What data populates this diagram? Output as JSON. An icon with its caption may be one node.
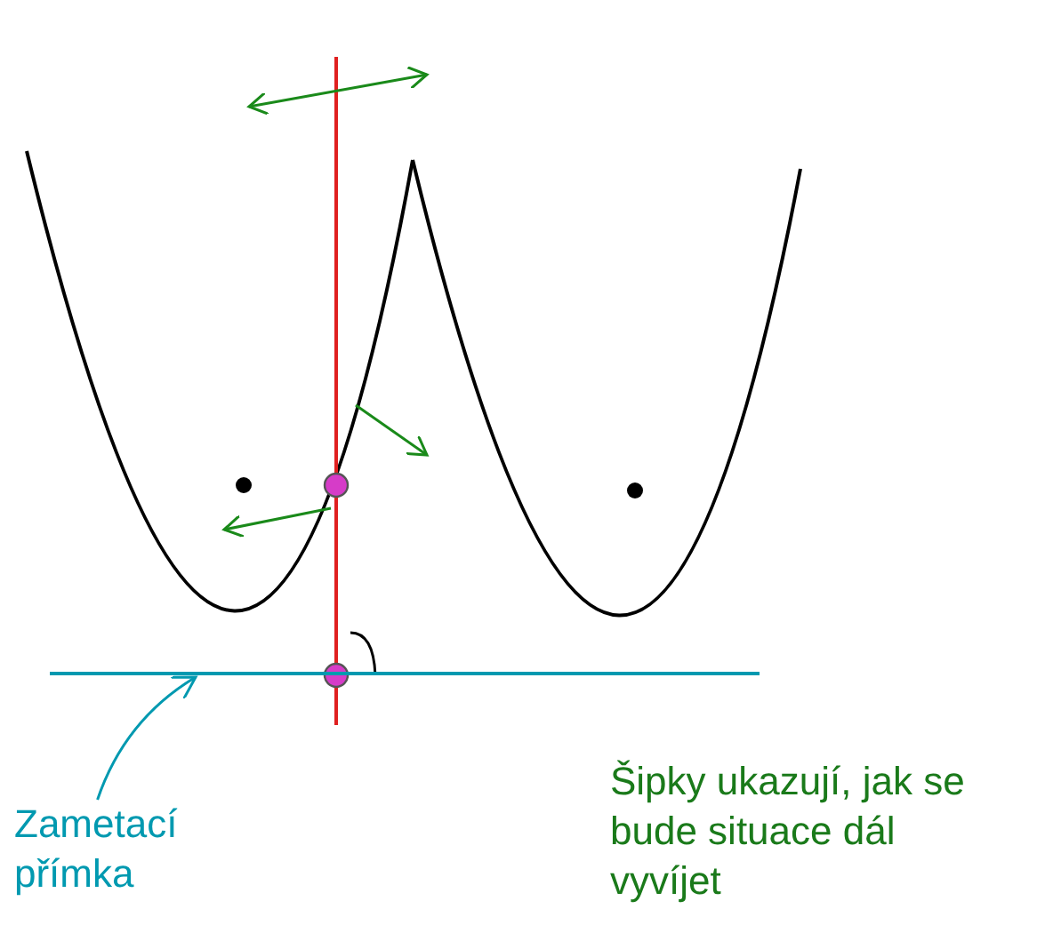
{
  "diagram": {
    "nodes": [
      {
        "text": [
          "Zametací přímka"
        ]
      },
      {
        "text": [],
        "shape": "line"
      }
    ],
    "edges": [
      {
        "from": 0,
        "to": 1,
        "arrow": "to"
      }
    ],
    "labels": [
      "Šipky ukazují, jak se bude situace dál vyvíjet"
    ]
  }
}
